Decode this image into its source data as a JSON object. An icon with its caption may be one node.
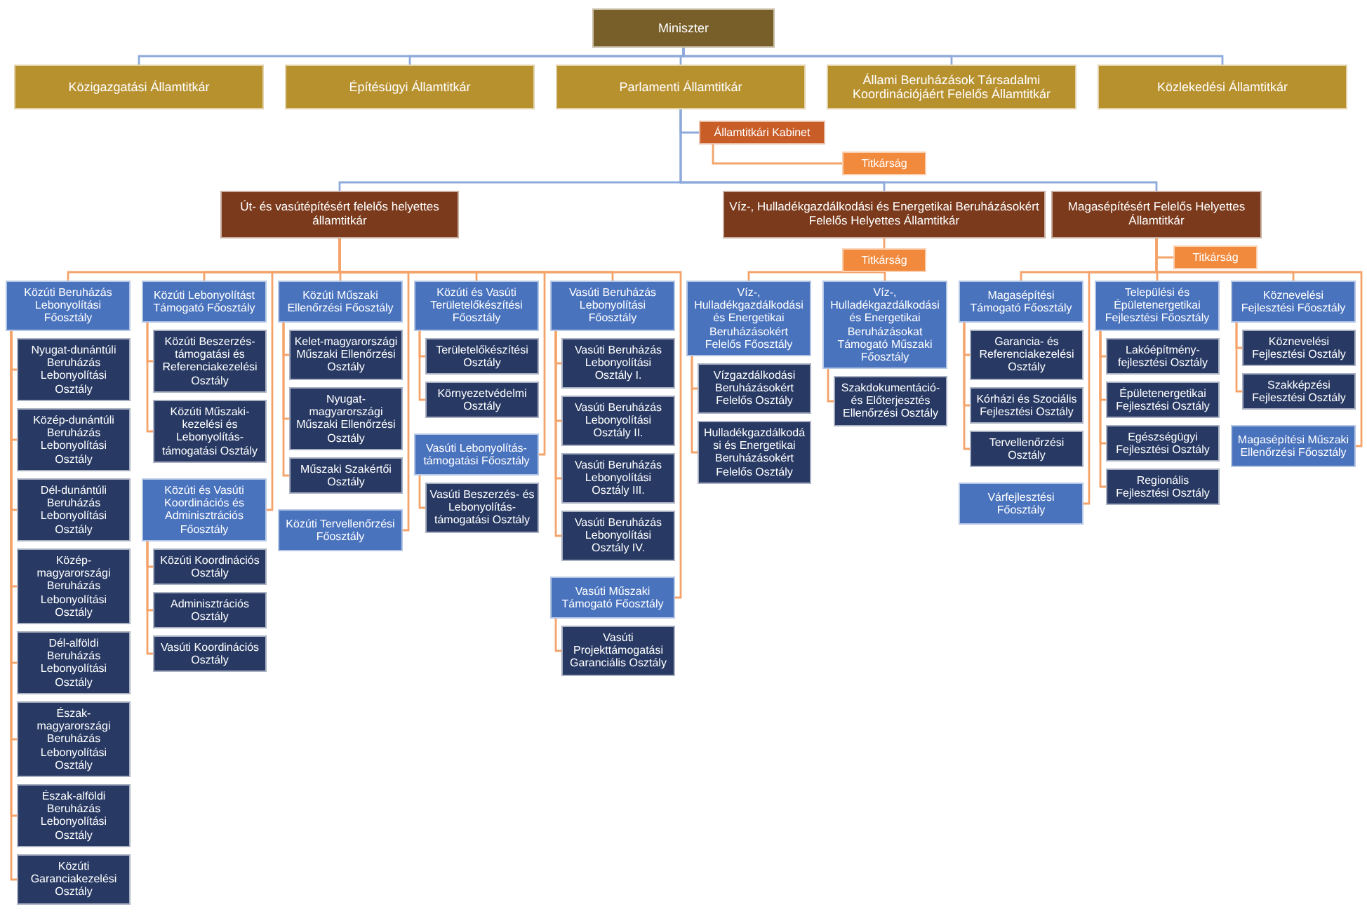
{
  "diagram": {
    "nodes": [
      {
        "text": [
          "Miniszter"
        ]
      },
      {
        "text": [
          "Közigazgatási Államtitkár"
        ]
      },
      {
        "text": [
          "Építésügyi Államtitkár"
        ]
      },
      {
        "text": [
          "Parlamenti Államtitkár"
        ]
      },
      {
        "text": [
          "Állami Beruházások Társadalmi Koordinációjáért Felelős Államtitkár"
        ]
      },
      {
        "text": [
          "Közlekedési Államtitkár"
        ]
      },
      {
        "text": [
          "Államtitkári Kabinet"
        ]
      },
      {
        "text": [
          "Titkárság"
        ]
      },
      {
        "text": [
          "Út- és vasútépítésért felelős helyettes államtitkár"
        ]
      },
      {
        "text": [
          "Víz-, Hulladékgazdálkodási és Energetikai Beruházásokért Felelős Helyettes Államtitkár"
        ]
      },
      {
        "text": [
          "Magasépítésért Felelős Helyettes Államtitkár"
        ]
      },
      {
        "text": [
          "Közúti Beruházás Lebonyolítási Főosztály"
        ]
      },
      {
        "text": [
          "Nyugat-dunántúli Beruházás Lebonyolítási Osztály"
        ]
      },
      {
        "text": [
          "Közép-dunántúli Beruházás Lebonyolítási Osztály"
        ]
      },
      {
        "text": [
          "Dél-dunántúli Beruházás Lebonyolítási Osztály"
        ]
      },
      {
        "text": [
          "Közép-magyarországi Beruházás Lebonyolítási Osztály"
        ]
      },
      {
        "text": [
          "Dél-alföldi Beruházás Lebonyolítási Osztály"
        ]
      },
      {
        "text": [
          "Észak-magyarországi Beruházás Lebonyolítási Osztály"
        ]
      },
      {
        "text": [
          "Észak-alföldi Beruházás Lebonyolítási Osztály"
        ]
      },
      {
        "text": [
          "Közúti Garanciakezelési Osztály"
        ]
      },
      {
        "text": [
          "Közúti Lebonyolítást Támogató Főosztály"
        ]
      },
      {
        "text": [
          "Közúti Beszerzés-támogatási és Referenciakezelési Osztály"
        ]
      },
      {
        "text": [
          "Közúti Műszaki-kezelési és Lebonyolítás-támogatási Osztály"
        ]
      },
      {
        "text": [
          "Közúti és Vasúti Koordinációs és Adminisztrációs Főosztály"
        ]
      },
      {
        "text": [
          "Közúti Koordinációs Osztály"
        ]
      },
      {
        "text": [
          "Adminisztrációs Osztály"
        ]
      },
      {
        "text": [
          "Vasúti Koordinációs Osztály"
        ]
      },
      {
        "text": [
          "Közúti Műszaki Ellenőrzési Főosztály"
        ]
      },
      {
        "text": [
          "Kelet-magyarországi Műszaki Ellenőrzési Osztály"
        ]
      },
      {
        "text": [
          "Nyugat-magyarországi Műszaki Ellenőrzési Osztály"
        ]
      },
      {
        "text": [
          "Műszaki Szakértői Osztály"
        ]
      },
      {
        "text": [
          "Közúti és Vasúti Területelőkészítési Főosztály"
        ]
      },
      {
        "text": [
          "Területelőkészítési Osztály"
        ]
      },
      {
        "text": [
          "Környezetvédelmi Osztály"
        ]
      },
      {
        "text": [
          "Közúti Tervellenőrzési Főosztály"
        ]
      },
      {
        "text": [
          "Vasúti Beruházás Lebonyolítási Főosztály"
        ]
      },
      {
        "text": [
          "Vasúti Beruházás Lebonyolítási Osztály I."
        ]
      },
      {
        "text": [
          "Vasúti Beruházás Lebonyolítási Osztály II."
        ]
      },
      {
        "text": [
          "Vasúti Beruházás Lebonyolítási Osztály III."
        ]
      },
      {
        "text": [
          "Vasúti Beruházás Lebonyolítási Osztály IV."
        ]
      },
      {
        "text": [
          "Vasúti Lebonyolítás-támogatási Főosztály"
        ]
      },
      {
        "text": [
          "Vasúti Beszerzés- és Lebonyolítás-támogatási Osztály"
        ]
      },
      {
        "text": [
          "Vasúti Műszaki Támogató Főosztály"
        ]
      },
      {
        "text": [
          "Vasúti Projekttámogatási Garanciális Osztály"
        ]
      },
      {
        "text": [
          "Titkárság"
        ]
      },
      {
        "text": [
          "Víz-, Hulladékgazdálkodási és Energetikai Beruházásokért Felelős Főosztály"
        ]
      },
      {
        "text": [
          "Vízgazdálkodási Beruházásokért Felelős Osztály"
        ]
      },
      {
        "text": [
          "Hulladékgazdálkodási és Energetikai Beruházásokért Felelős Osztály"
        ]
      },
      {
        "text": [
          "Víz-, Hulladékgazdálkodási és Energetikai Beruházásokat Támogató Műszaki Főosztály"
        ]
      },
      {
        "text": [
          "Szakdokumentáció- és Előterjesztés Ellenőrzési Osztály"
        ]
      },
      {
        "text": [
          "Titkárság"
        ]
      },
      {
        "text": [
          "Magasépítési Támogató Főosztály"
        ]
      },
      {
        "text": [
          "Garancia- és Referenciakezelési Osztály"
        ]
      },
      {
        "text": [
          "Kórházi és Szociális Fejlesztési Osztály"
        ]
      },
      {
        "text": [
          "Tervellenőrzési Osztály"
        ]
      },
      {
        "text": [
          "Települési és Épületenergetikai Fejlesztési Főosztály"
        ]
      },
      {
        "text": [
          "Lakóépítmény-fejlesztési Osztály"
        ]
      },
      {
        "text": [
          "Épületenergetikai Fejlesztési Osztály"
        ]
      },
      {
        "text": [
          "Egészségügyi Fejlesztési Osztály"
        ]
      },
      {
        "text": [
          "Regionális Fejlesztési Osztály"
        ]
      },
      {
        "text": [
          "Köznevelési Fejlesztési Főosztály"
        ]
      },
      {
        "text": [
          "Köznevelési Fejlesztési Osztály"
        ]
      },
      {
        "text": [
          "Szakképzési Fejlesztési Osztály"
        ]
      },
      {
        "text": [
          "Várfejlesztési Főosztály"
        ]
      },
      {
        "text": [
          "Magasépítési Műszaki Ellenőrzési Főosztály"
        ]
      }
    ],
    "edges": [
      {
        "from": 0,
        "to": 1,
        "arrow": "none",
        "color": "#8eaadb"
      },
      {
        "from": 0,
        "to": 2,
        "arrow": "none",
        "color": "#8eaadb"
      },
      {
        "from": 0,
        "to": 3,
        "arrow": "none",
        "color": "#8eaadb"
      },
      {
        "from": 0,
        "to": 4,
        "arrow": "none",
        "color": "#8eaadb"
      },
      {
        "from": 0,
        "to": 5,
        "arrow": "none",
        "color": "#8eaadb"
      },
      {
        "from": 3,
        "to": 6,
        "arrow": "none",
        "color": "#8eaadb"
      },
      {
        "from": 6,
        "to": 7,
        "arrow": "none"
      },
      {
        "from": 3,
        "to": 8,
        "arrow": "none",
        "color": "#8eaadb"
      },
      {
        "from": 3,
        "to": 9,
        "arrow": "none",
        "color": "#8eaadb"
      },
      {
        "from": 3,
        "to": 10,
        "arrow": "none",
        "color": "#8eaadb"
      },
      {
        "from": 8,
        "to": 11,
        "arrow": "none"
      },
      {
        "from": 11,
        "to": 12,
        "arrow": "none"
      },
      {
        "from": 11,
        "to": 13,
        "arrow": "none"
      },
      {
        "from": 11,
        "to": 14,
        "arrow": "none"
      },
      {
        "from": 11,
        "to": 15,
        "arrow": "none"
      },
      {
        "from": 11,
        "to": 16,
        "arrow": "none"
      },
      {
        "from": 11,
        "to": 17,
        "arrow": "none"
      },
      {
        "from": 11,
        "to": 18,
        "arrow": "none"
      },
      {
        "from": 11,
        "to": 19,
        "arrow": "none"
      },
      {
        "from": 8,
        "to": 20,
        "arrow": "none"
      },
      {
        "from": 20,
        "to": 21,
        "arrow": "none"
      },
      {
        "from": 20,
        "to": 22,
        "arrow": "none"
      },
      {
        "from": 8,
        "to": 23,
        "arrow": "none"
      },
      {
        "from": 23,
        "to": 24,
        "arrow": "none"
      },
      {
        "from": 23,
        "to": 25,
        "arrow": "none"
      },
      {
        "from": 23,
        "to": 26,
        "arrow": "none"
      },
      {
        "from": 8,
        "to": 27,
        "arrow": "none"
      },
      {
        "from": 27,
        "to": 28,
        "arrow": "none"
      },
      {
        "from": 27,
        "to": 29,
        "arrow": "none"
      },
      {
        "from": 27,
        "to": 30,
        "arrow": "none"
      },
      {
        "from": 8,
        "to": 31,
        "arrow": "none"
      },
      {
        "from": 31,
        "to": 32,
        "arrow": "none"
      },
      {
        "from": 31,
        "to": 33,
        "arrow": "none"
      },
      {
        "from": 8,
        "to": 34,
        "arrow": "none"
      },
      {
        "from": 8,
        "to": 35,
        "arrow": "none"
      },
      {
        "from": 35,
        "to": 36,
        "arrow": "none"
      },
      {
        "from": 35,
        "to": 37,
        "arrow": "none"
      },
      {
        "from": 35,
        "to": 38,
        "arrow": "none"
      },
      {
        "from": 35,
        "to": 39,
        "arrow": "none"
      },
      {
        "from": 8,
        "to": 40,
        "arrow": "none"
      },
      {
        "from": 40,
        "to": 41,
        "arrow": "none"
      },
      {
        "from": 8,
        "to": 42,
        "arrow": "none"
      },
      {
        "from": 42,
        "to": 43,
        "arrow": "none"
      },
      {
        "from": 9,
        "to": 44,
        "arrow": "none"
      },
      {
        "from": 44,
        "to": 45,
        "arrow": "none"
      },
      {
        "from": 45,
        "to": 46,
        "arrow": "none"
      },
      {
        "from": 45,
        "to": 47,
        "arrow": "none"
      },
      {
        "from": 44,
        "to": 48,
        "arrow": "none"
      },
      {
        "from": 48,
        "to": 49,
        "arrow": "none"
      },
      {
        "from": 10,
        "to": 50,
        "arrow": "none"
      },
      {
        "from": 10,
        "to": 51,
        "arrow": "none"
      },
      {
        "from": 51,
        "to": 52,
        "arrow": "none"
      },
      {
        "from": 51,
        "to": 53,
        "arrow": "none"
      },
      {
        "from": 51,
        "to": 54,
        "arrow": "none"
      },
      {
        "from": 10,
        "to": 55,
        "arrow": "none"
      },
      {
        "from": 55,
        "to": 56,
        "arrow": "none"
      },
      {
        "from": 55,
        "to": 57,
        "arrow": "none"
      },
      {
        "from": 55,
        "to": 58,
        "arrow": "none"
      },
      {
        "from": 55,
        "to": 59,
        "arrow": "none"
      },
      {
        "from": 10,
        "to": 60,
        "arrow": "none"
      },
      {
        "from": 60,
        "to": 61,
        "arrow": "none"
      },
      {
        "from": 60,
        "to": 62,
        "arrow": "none"
      },
      {
        "from": 10,
        "to": 63,
        "arrow": "none"
      },
      {
        "from": 10,
        "to": 64,
        "arrow": "none"
      }
    ]
  }
}
